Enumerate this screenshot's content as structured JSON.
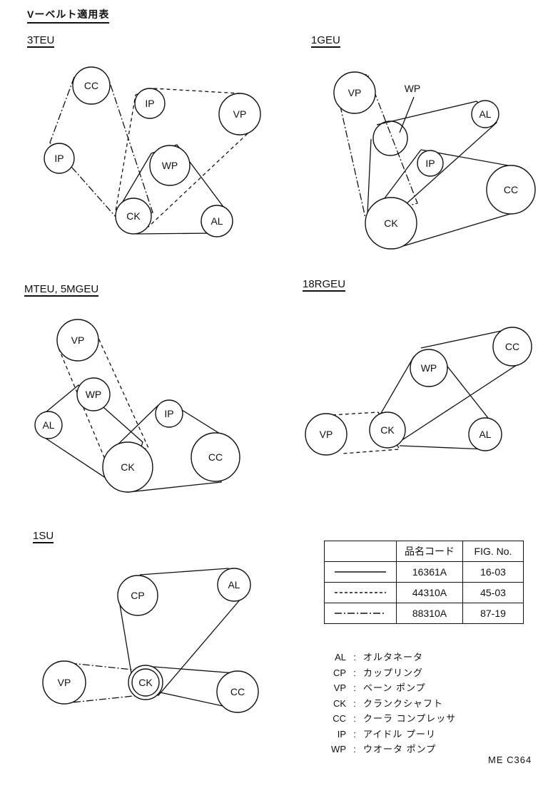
{
  "title": "Vーベルト適用表",
  "diagrams": {
    "d3teu": {
      "label": "3TEU",
      "pulleys": {
        "cc": "CC",
        "ip1": "IP",
        "vp": "VP",
        "ip2": "IP",
        "wp": "WP",
        "ck": "CK",
        "al": "AL"
      }
    },
    "d1geu": {
      "label": "1GEU",
      "pulleys": {
        "vp": "VP",
        "wp": "WP",
        "al": "AL",
        "ip": "IP",
        "cc": "CC",
        "ck": "CK"
      }
    },
    "dmteu": {
      "label": "MTEU, 5MGEU",
      "pulleys": {
        "vp": "VP",
        "wp": "WP",
        "al": "AL",
        "ip": "IP",
        "ck": "CK",
        "cc": "CC"
      }
    },
    "d18rgeu": {
      "label": "18RGEU",
      "pulleys": {
        "cc": "CC",
        "wp": "WP",
        "vp": "VP",
        "ck": "CK",
        "al": "AL"
      }
    },
    "d1su": {
      "label": "1SU",
      "pulleys": {
        "cp": "CP",
        "al": "AL",
        "vp": "VP",
        "ck": "CK",
        "cc": "CC"
      }
    }
  },
  "legend": {
    "headers": {
      "code": "品名コード",
      "fig": "FIG. No."
    },
    "rows": [
      {
        "code": "16361A",
        "fig": "16-03"
      },
      {
        "code": "44310A",
        "fig": "45-03"
      },
      {
        "code": "88310A",
        "fig": "87-19"
      }
    ]
  },
  "abbreviations": [
    {
      "key": "AL",
      "sep": ":",
      "value": "オルタネータ"
    },
    {
      "key": "CP",
      "sep": ":",
      "value": "カップリング"
    },
    {
      "key": "VP",
      "sep": ":",
      "value": "ベーン ポンプ"
    },
    {
      "key": "CK",
      "sep": ":",
      "value": "クランクシャフト"
    },
    {
      "key": "CC",
      "sep": ":",
      "value": "クーラ コンプレッサ"
    },
    {
      "key": "IP",
      "sep": ":",
      "value": "アイドル プーリ"
    },
    {
      "key": "WP",
      "sep": ":",
      "value": "ウオータ ポンプ"
    }
  ],
  "reference": "ME C364"
}
